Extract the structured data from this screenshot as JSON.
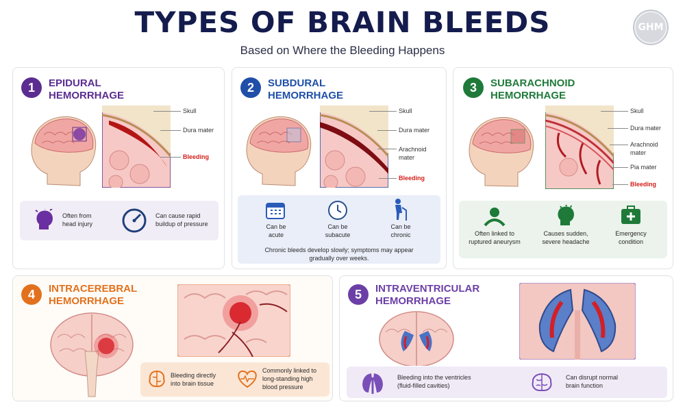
{
  "header": {
    "title": "TYPES OF BRAIN BLEEDS",
    "subtitle": "Based on Where the Bleeding Happens",
    "logo_text": "GHM"
  },
  "colors": {
    "epidural": "#5b2d91",
    "subdural": "#1f4fa8",
    "subarachnoid": "#1f7a3a",
    "intracerebral": "#e2711d",
    "intraventricular": "#6b3fa6",
    "bleeding": "#d3201b"
  },
  "cards": [
    {
      "number": "1",
      "heading": "EPIDURAL\nHEMORRHAGE",
      "labels": [
        "Skull",
        "Dura mater",
        "Bleeding"
      ],
      "facts": [
        {
          "icon": "head-injury-icon",
          "text": "Often from\nhead injury"
        },
        {
          "icon": "pressure-gauge-icon",
          "text": "Can cause rapid\nbuildup of pressure"
        }
      ]
    },
    {
      "number": "2",
      "heading": "SUBDURAL\nHEMORRHAGE",
      "labels": [
        "Skull",
        "Dura mater",
        "Arachnoid\nmater",
        "Bleeding"
      ],
      "facts": [
        {
          "icon": "calendar-icon",
          "text": "Can be\nacute"
        },
        {
          "icon": "clock-icon",
          "text": "Can be\nsubacute"
        },
        {
          "icon": "elderly-person-icon",
          "text": "Can be\nchronic"
        }
      ],
      "note": "Chronic bleeds develop slowly; symptoms may appear\ngradually over weeks."
    },
    {
      "number": "3",
      "heading": "SUBARACHNOID\nHEMORRHAGE",
      "labels": [
        "Skull",
        "Dura mater",
        "Arachnoid\nmater",
        "Pia mater",
        "Bleeding"
      ],
      "facts": [
        {
          "icon": "aneurysm-icon",
          "text": "Often linked to\nruptured aneurysm"
        },
        {
          "icon": "headache-icon",
          "text": "Causes sudden,\nsevere headache"
        },
        {
          "icon": "emergency-kit-icon",
          "text": "Emergency\ncondition"
        }
      ]
    },
    {
      "number": "4",
      "heading": "INTRACEREBRAL\nHEMORRHAGE",
      "facts": [
        {
          "icon": "brain-icon",
          "text": "Bleeding directly\ninto brain tissue"
        },
        {
          "icon": "heart-pulse-icon",
          "text": "Commonly linked to\nlong-standing high\nblood pressure"
        }
      ]
    },
    {
      "number": "5",
      "heading": "INTRAVENTRICULAR\nHEMORRHAGE",
      "facts": [
        {
          "icon": "ventricles-icon",
          "text": "Bleeding into the ventricles\n(fluid-filled cavities)"
        },
        {
          "icon": "brain-outline-icon",
          "text": "Can disrupt normal\nbrain function"
        }
      ]
    }
  ]
}
